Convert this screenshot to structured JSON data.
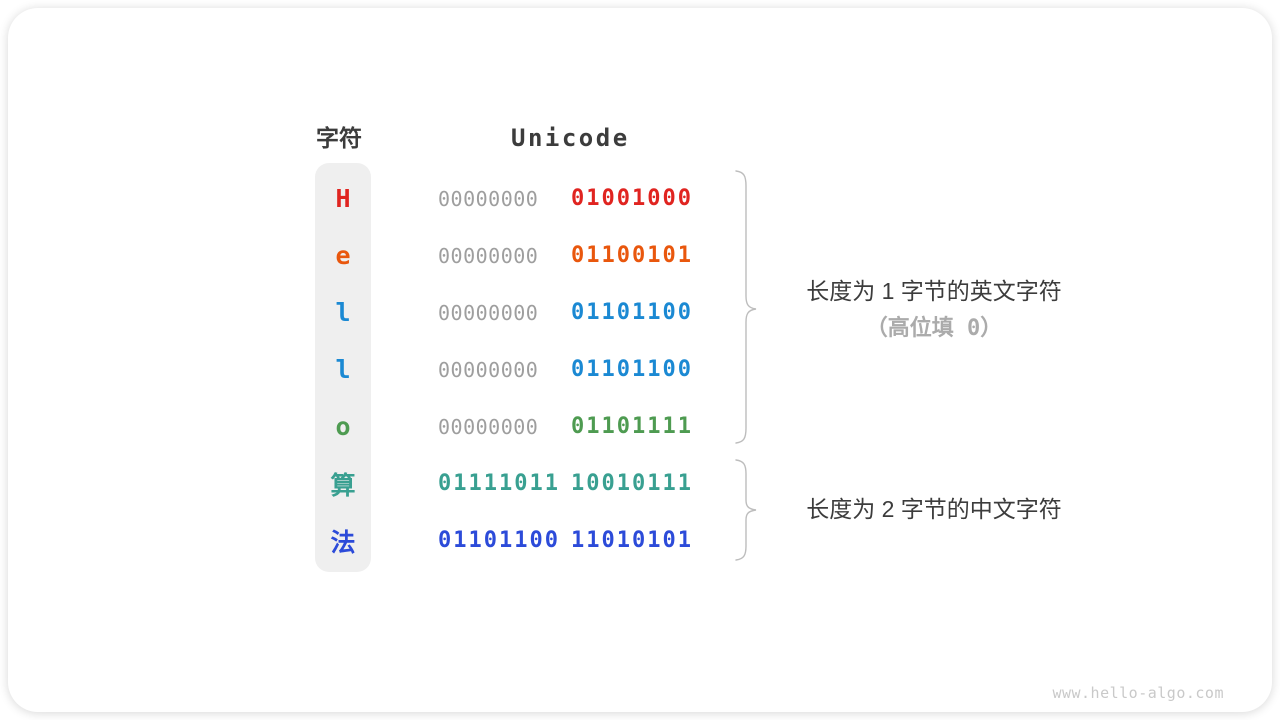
{
  "table": {
    "headers": {
      "char": "字符",
      "unicode": "Unicode"
    },
    "rows": [
      {
        "char": "H",
        "high_byte": "00000000",
        "low_byte": "01001000",
        "color": "#e02420",
        "high_byte_is_padding": true
      },
      {
        "char": "e",
        "high_byte": "00000000",
        "low_byte": "01100101",
        "color": "#e9570d",
        "high_byte_is_padding": true
      },
      {
        "char": "l",
        "high_byte": "00000000",
        "low_byte": "01101100",
        "color": "#1b89d3",
        "high_byte_is_padding": true
      },
      {
        "char": "l",
        "high_byte": "00000000",
        "low_byte": "01101100",
        "color": "#1b89d3",
        "high_byte_is_padding": true
      },
      {
        "char": "o",
        "high_byte": "00000000",
        "low_byte": "01101111",
        "color": "#4e9b51",
        "high_byte_is_padding": true
      },
      {
        "char": "算",
        "high_byte": "01111011",
        "low_byte": "10010111",
        "color": "#39a091",
        "high_byte_is_padding": false
      },
      {
        "char": "法",
        "high_byte": "01101100",
        "low_byte": "11010101",
        "color": "#2c4bd9",
        "high_byte_is_padding": false
      }
    ]
  },
  "annotations": {
    "group1": {
      "line1": "长度为 1 字节的英文字符",
      "line2": "（高位填 0）"
    },
    "group2": {
      "line1": "长度为 2 字节的中文字符"
    }
  },
  "watermark": "www.hello-algo.com",
  "icons": {
    "brace1": "curly-brace-icon",
    "brace2": "curly-brace-icon"
  },
  "colors": {
    "text_dark": "#3c3c3c",
    "pad_gray": "#9e9e9e",
    "muted_gray": "#ababab",
    "column_bg": "#efefef",
    "brace": "#bdbdbd",
    "watermark": "#c9c9c9"
  }
}
